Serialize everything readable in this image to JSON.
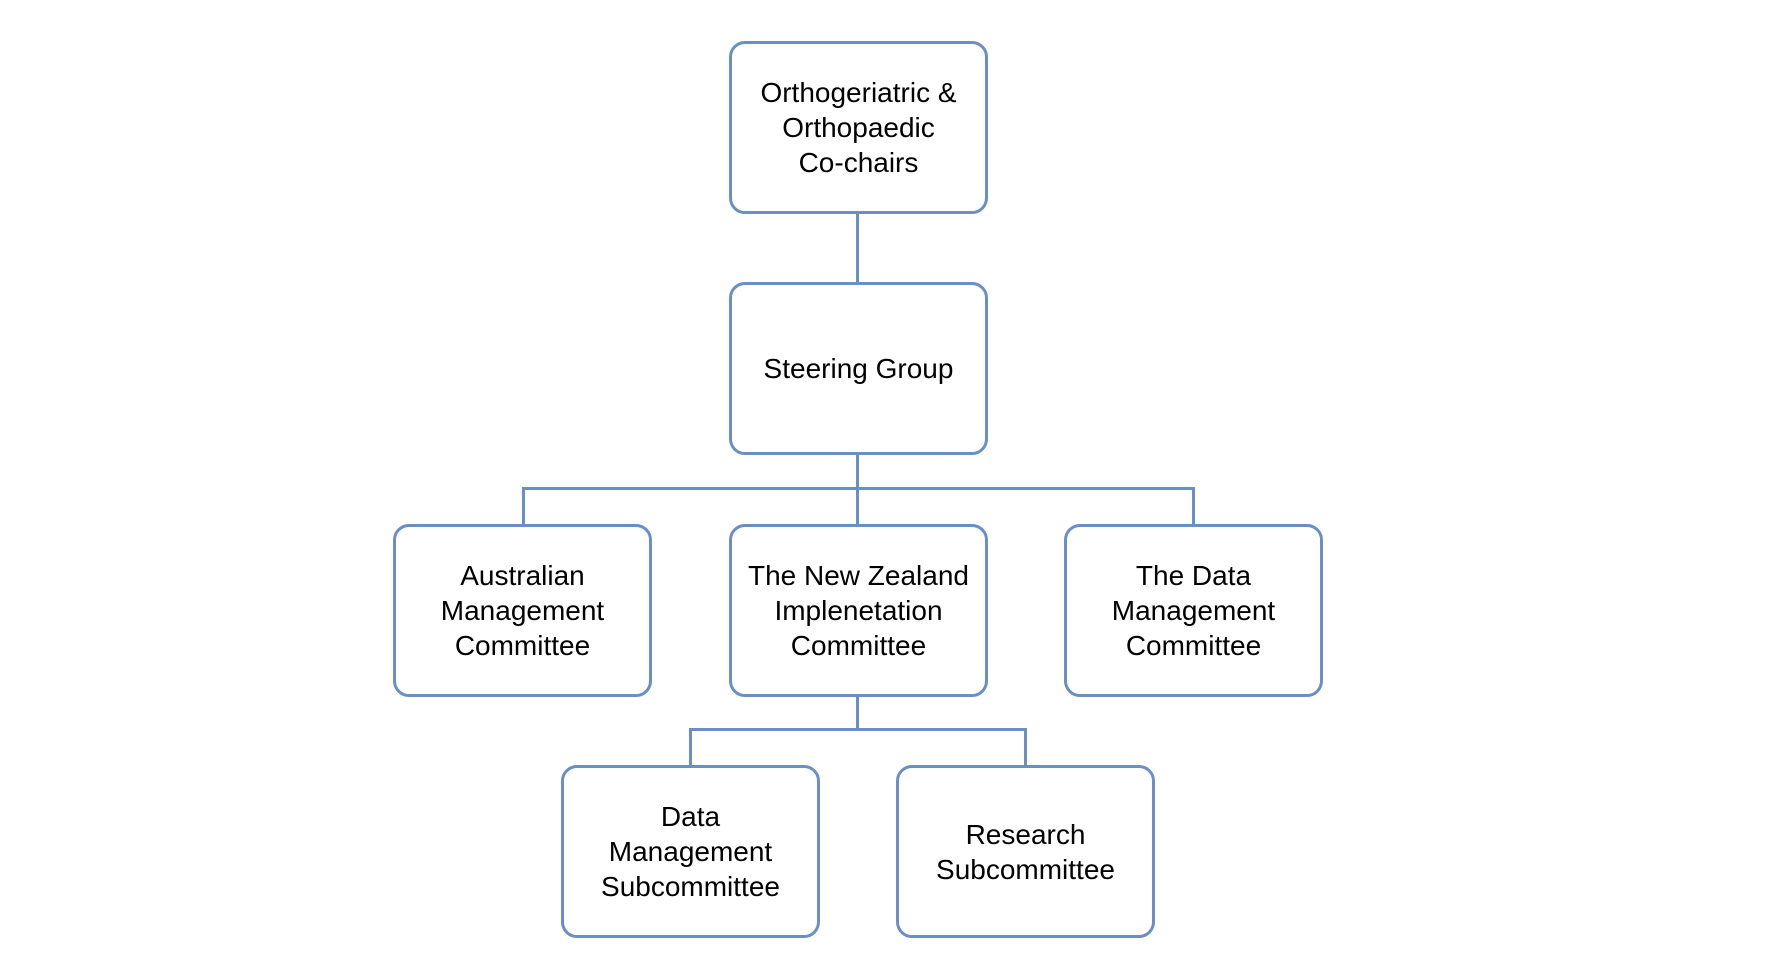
{
  "diagram": {
    "type": "org-chart",
    "line_color": "#6a8fc4",
    "nodes": {
      "cochairs": {
        "label": "Orthogeriatric &\nOrthopaedic\nCo-chairs"
      },
      "steering": {
        "label": "Steering Group"
      },
      "australian": {
        "label": "Australian\nManagement\nCommittee"
      },
      "nz": {
        "label": "The New Zealand\nImplenetation\nCommittee"
      },
      "data_mgmt": {
        "label": "The Data\nManagement\nCommittee"
      },
      "data_sub": {
        "label": "Data\nManagement\nSubcommittee"
      },
      "research": {
        "label": "Research\nSubcommittee"
      }
    },
    "edges": [
      [
        "cochairs",
        "steering"
      ],
      [
        "steering",
        "australian"
      ],
      [
        "steering",
        "nz"
      ],
      [
        "steering",
        "data_mgmt"
      ],
      [
        "nz",
        "data_sub"
      ],
      [
        "nz",
        "research"
      ]
    ]
  }
}
